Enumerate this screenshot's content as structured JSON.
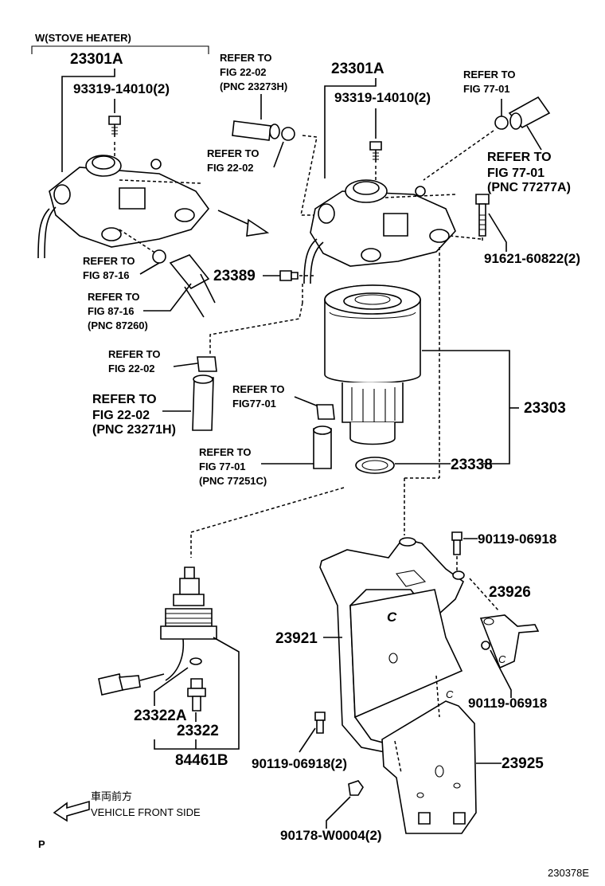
{
  "variant_label": "W(STOVE HEATER)",
  "parts": {
    "left_filter_cap": "23301A",
    "left_screw": "93319-14010(2)",
    "right_filter_cap": "23301A",
    "right_screw": "93319-14010(2)",
    "plug": "23389",
    "bolt": "91621-60822(2)",
    "filter_element": "23303",
    "gasket": "23338",
    "bolt_upper": "90119-06918",
    "bracket_small": "23926",
    "bracket_main": "23921",
    "bolt_bracket_small": "90119-06918",
    "sensor_oring": "23322A",
    "sensor": "23322",
    "sensor_assy": "84461B",
    "bolt_lower": "90119-06918(2)",
    "protector": "23925",
    "nut": "90178-W0004(2)"
  },
  "refs": {
    "r1": [
      "REFER TO",
      "FIG 22-02",
      "(PNC 23273H)"
    ],
    "r2": [
      "REFER TO",
      "FIG 22-02"
    ],
    "r3": [
      "REFER TO",
      "FIG 77-01"
    ],
    "r4": [
      "REFER TO",
      "FIG 77-01",
      "(PNC 77277A)"
    ],
    "r5": [
      "REFER TO",
      "FIG 87-16"
    ],
    "r6": [
      "REFER TO",
      "FIG 87-16",
      "(PNC 87260)"
    ],
    "r7": [
      "REFER TO",
      "FIG 22-02"
    ],
    "r8": [
      "REFER TO",
      "FIG 22-02",
      "(PNC 23271H)"
    ],
    "r9": [
      "REFER TO",
      "FIG77-01"
    ],
    "r10": [
      "REFER TO",
      "FIG 77-01",
      "(PNC 77251C)"
    ]
  },
  "legend": {
    "japanese": "車両前方",
    "english": "VEHICLE FRONT SIDE"
  },
  "footer": {
    "corner_letter": "P",
    "figure_code": "230378E"
  }
}
